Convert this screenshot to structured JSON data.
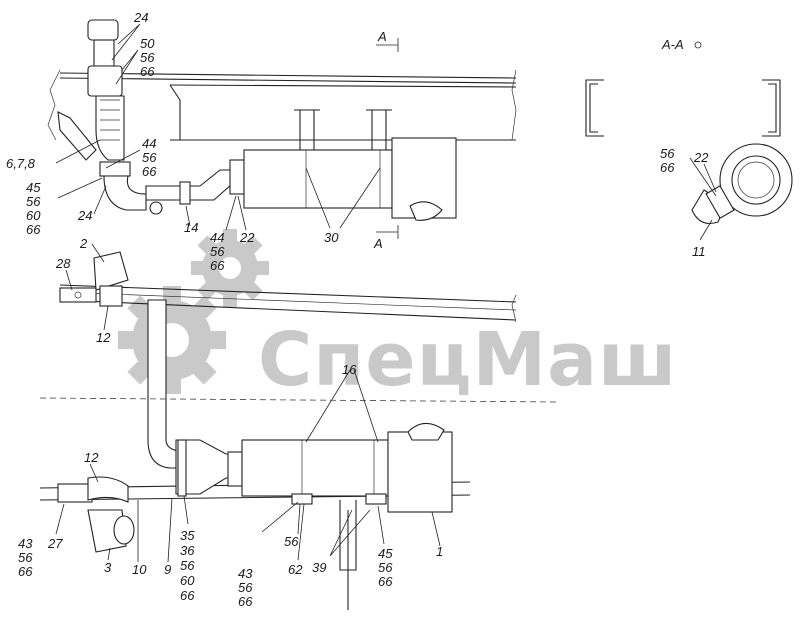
{
  "section_marks": {
    "cut_top": "А",
    "cut_bottom": "А",
    "view_title": "А-А"
  },
  "watermark": {
    "text": "СпецМаш"
  },
  "callouts": {
    "c24_top": "24",
    "c50_56_66": [
      "50",
      "56",
      "66"
    ],
    "c678": "6,7,8",
    "c44_56_66_a": [
      "44",
      "56",
      "66"
    ],
    "c45_56_60_66": [
      "45",
      "56",
      "60",
      "66"
    ],
    "c24_mid": "24",
    "c14": "14",
    "c44_56_66_b": [
      "44",
      "56",
      "66"
    ],
    "c22_mid": "22",
    "c30": "30",
    "c56_66_view": [
      "56",
      "66"
    ],
    "c22_view": "22",
    "c11": "11",
    "c2": "2",
    "c28": "28",
    "c12_top": "12",
    "c16": "16",
    "c12_bot": "12",
    "c43_56_66_a": [
      "43",
      "56",
      "66"
    ],
    "c27": "27",
    "c3": "3",
    "c10": "10",
    "c9": "9",
    "c35_group": [
      "35",
      "36",
      "56",
      "60",
      "66"
    ],
    "c43_56_66_b": [
      "43",
      "56",
      "66"
    ],
    "c56_low": "56",
    "c62": "62",
    "c39": "39",
    "c45_56_66": [
      "45",
      "56",
      "66"
    ],
    "c1": "1"
  },
  "colors": {
    "line": "#222222",
    "watermark": "#c9c9c9"
  }
}
